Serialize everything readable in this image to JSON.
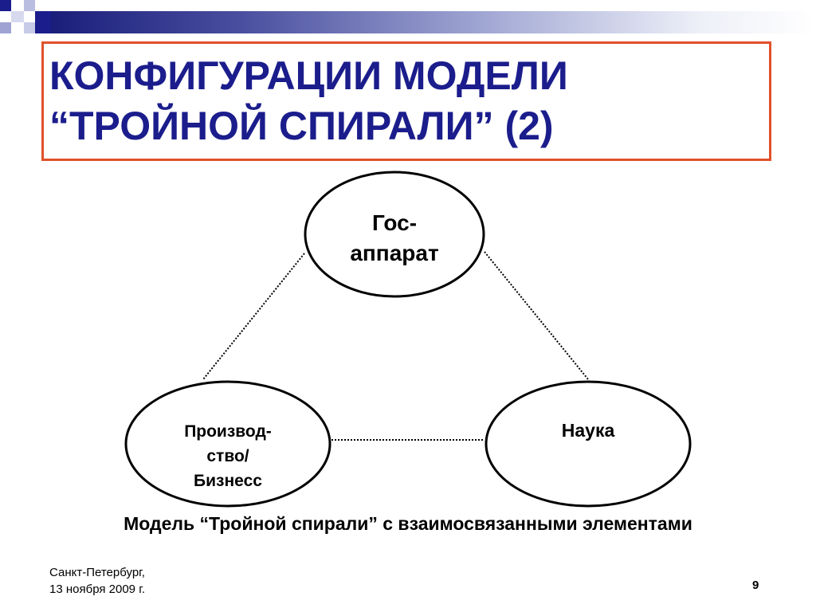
{
  "slide": {
    "title_line1": "КОНФИГУРАЦИИ МОДЕЛИ",
    "title_line2": "“ТРОЙНОЙ СПИРАЛИ” (2)",
    "caption": "Модель “Тройной спирали” с взаимосвязанными элементами",
    "footer_line1": "Санкт-Петербург,",
    "footer_line2": "13 ноября 2009 г.",
    "page_number": "9"
  },
  "diagram": {
    "nodes": {
      "government": {
        "line1": "Гос-",
        "line2": "аппарат"
      },
      "business": {
        "line1": "Производ-",
        "line2": "ство/",
        "line3": "Бизнесс"
      },
      "science": {
        "line1": "Наука"
      }
    }
  },
  "colors": {
    "title_text": "#1b1d8c",
    "title_border": "#e0502a",
    "header_band": "#1a1e7a"
  }
}
